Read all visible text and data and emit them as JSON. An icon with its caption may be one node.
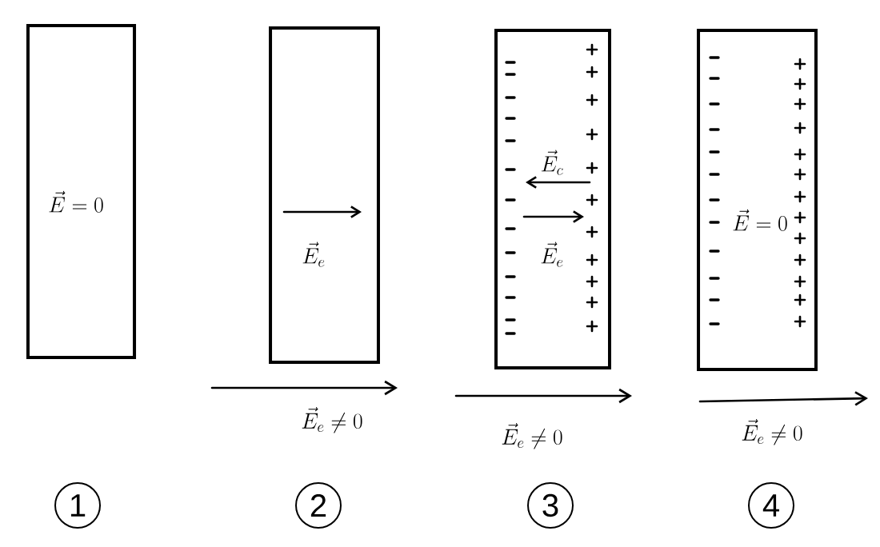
{
  "diagram": {
    "nodes": [
      {
        "text": [
          "\\vec{E}=0"
        ]
      },
      {
        "text": [
          "\\vec{E}_e"
        ]
      },
      {
        "text": [
          "\\vec{E}_c",
          "\\vec{E}_e"
        ]
      },
      {
        "text": [
          "\\vec{E}=0"
        ]
      },
      {
        "text": [
          "1"
        ]
      },
      {
        "text": [
          "2"
        ]
      },
      {
        "text": [
          "3"
        ]
      },
      {
        "text": [
          "4"
        ]
      }
    ],
    "labels": [
      "\\vec{E}_e\\neq 0",
      "\\vec{E}_e\\neq 0",
      "\\vec{E}_e\\neq 0"
    ]
  }
}
